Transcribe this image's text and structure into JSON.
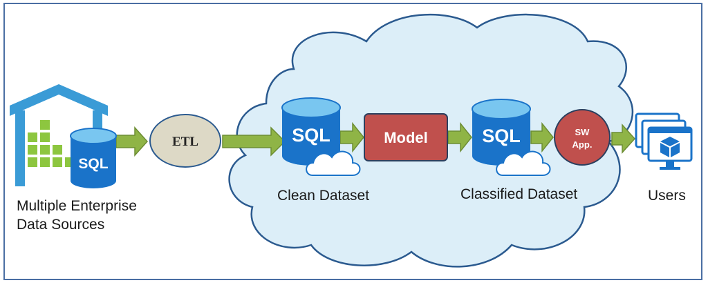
{
  "sources": {
    "label_line1": "Multiple Enterprise",
    "label_line2": "Data Sources",
    "db_text": "SQL"
  },
  "etl": {
    "text": "ETL"
  },
  "clean": {
    "db_text": "SQL",
    "label": "Clean Dataset"
  },
  "model": {
    "text": "Model"
  },
  "classified": {
    "db_text": "SQL",
    "label": "Classified Dataset"
  },
  "app": {
    "line1": "SW",
    "line2": "App."
  },
  "users": {
    "label": "Users"
  },
  "colors": {
    "frame": "#4a6ea3",
    "cloud_fill": "#dceef8",
    "cloud_stroke": "#2b5a8f",
    "arrow": "#8fb446",
    "arrow_stroke": "#6d8d34",
    "db_blue": "#1a73c9",
    "db_top": "#79c6f0",
    "etl_fill": "#ddd9c6",
    "model_fill": "#c0504d",
    "warehouse": "#3a9bd6",
    "box_green": "#8dc63f"
  }
}
